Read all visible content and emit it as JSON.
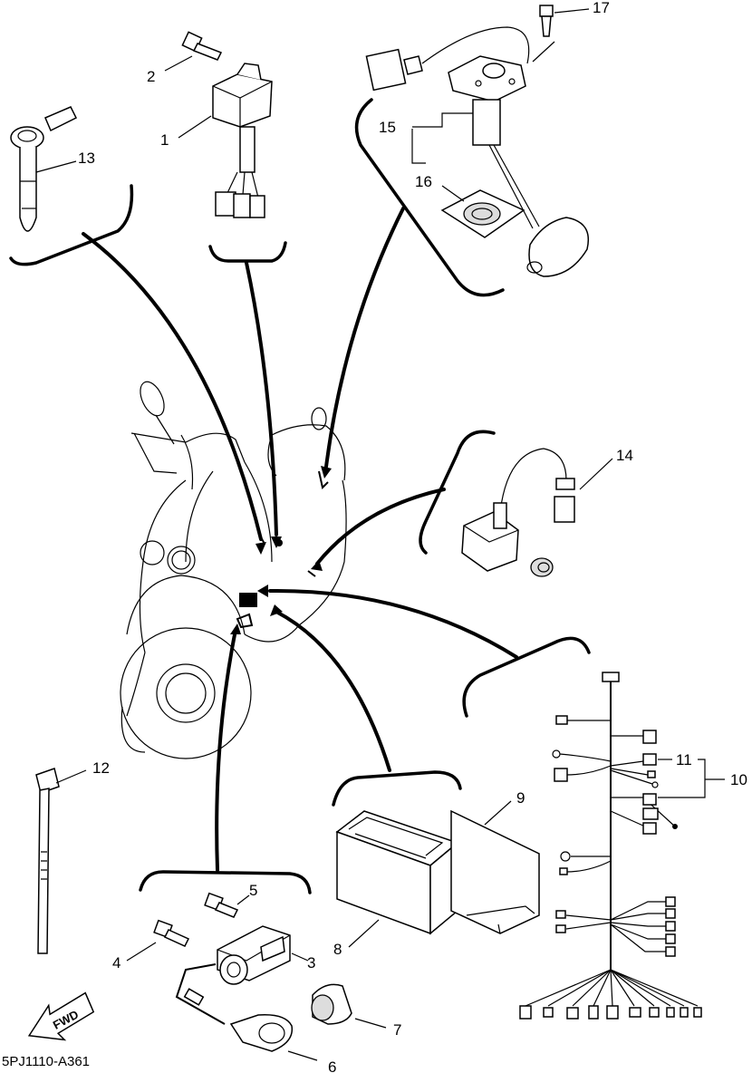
{
  "diagram": {
    "drawing_code": "5PJ1110-A361",
    "direction_badge": "FWD",
    "parts": [
      {
        "id": "1",
        "label": "1"
      },
      {
        "id": "2",
        "label": "2"
      },
      {
        "id": "3",
        "label": "3"
      },
      {
        "id": "4",
        "label": "4"
      },
      {
        "id": "5",
        "label": "5"
      },
      {
        "id": "6",
        "label": "6"
      },
      {
        "id": "7",
        "label": "7"
      },
      {
        "id": "8",
        "label": "8"
      },
      {
        "id": "9",
        "label": "9"
      },
      {
        "id": "10",
        "label": "10"
      },
      {
        "id": "11",
        "label": "11"
      },
      {
        "id": "12",
        "label": "12"
      },
      {
        "id": "13",
        "label": "13"
      },
      {
        "id": "14",
        "label": "14"
      },
      {
        "id": "15",
        "label": "15"
      },
      {
        "id": "16",
        "label": "16"
      },
      {
        "id": "17",
        "label": "17"
      }
    ]
  }
}
